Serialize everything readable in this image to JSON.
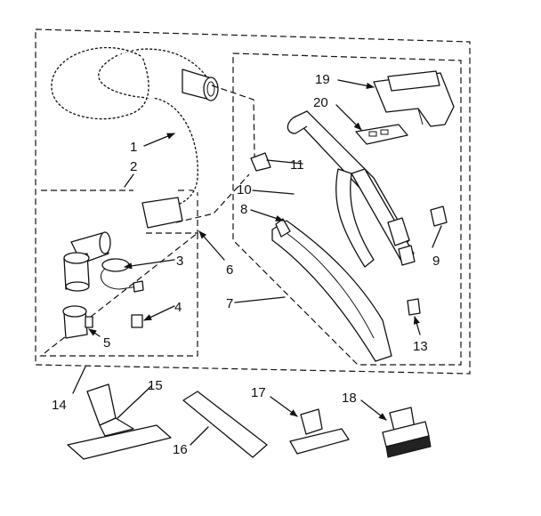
{
  "callouts": {
    "c1": "1",
    "c2": "2",
    "c3": "3",
    "c4": "4",
    "c5": "5",
    "c6": "6",
    "c7": "7",
    "c8": "8",
    "c9": "9",
    "c10": "10",
    "c11": "11",
    "c13": "13",
    "c14": "14",
    "c15": "15",
    "c16": "16",
    "c17": "17",
    "c18": "18",
    "c19": "19",
    "c20": "20"
  }
}
